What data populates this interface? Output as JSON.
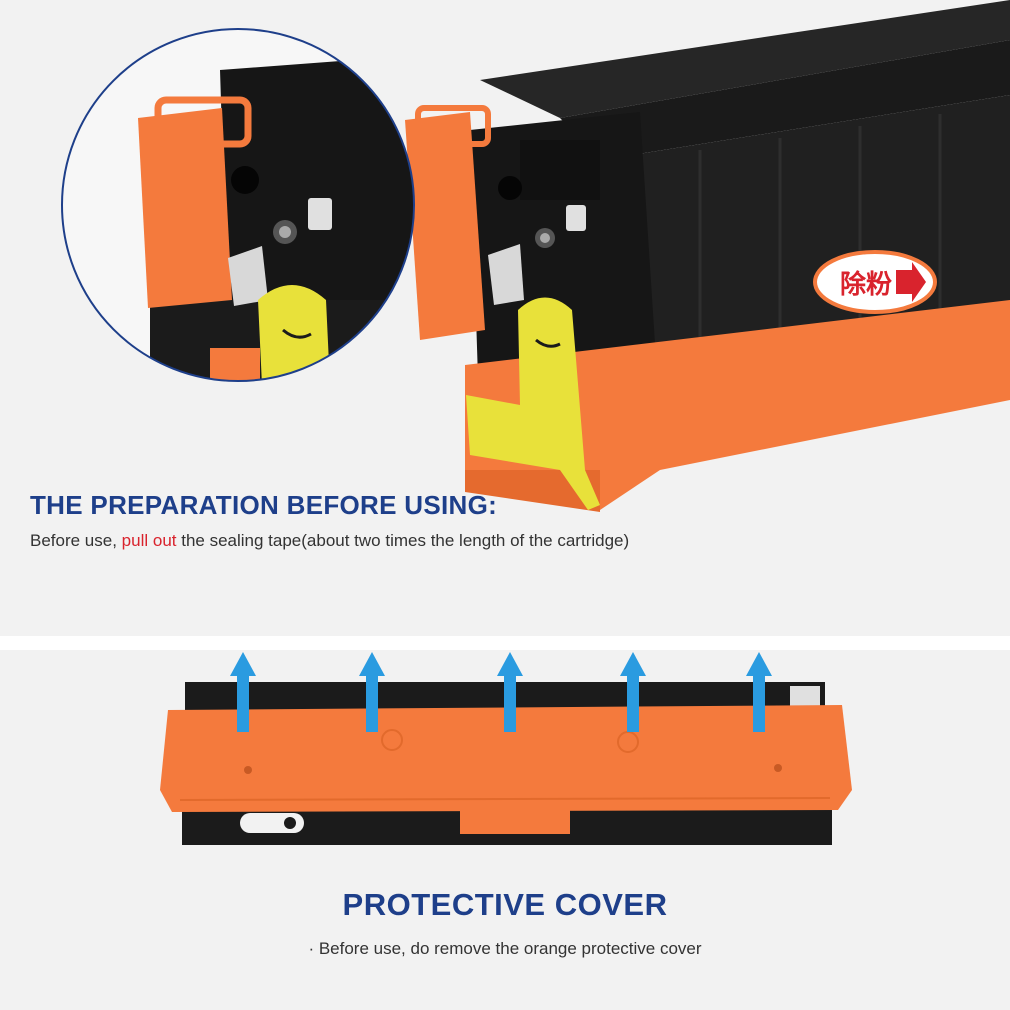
{
  "colors": {
    "heading": "#1e3f8a",
    "highlight": "#d9232d",
    "cover_orange": "#f47a3d",
    "tab_yellow": "#e8e13a",
    "arrow_blue": "#2a9be0",
    "cartridge_black": "#1b1b1b"
  },
  "preparation": {
    "heading": "THE PREPARATION BEFORE USING:",
    "caption_before": "Before use, ",
    "caption_highlight": "pull out",
    "caption_after": " the sealing tape(about two times the length of the cartridge)"
  },
  "label": {
    "text": "除粉",
    "icon": "arrow-right-icon"
  },
  "protective_cover": {
    "heading": "PROTECTIVE COVER",
    "caption": "· Before use, do remove the orange protective cover",
    "arrow_icon": "arrow-up-icon",
    "arrow_count": 5
  }
}
